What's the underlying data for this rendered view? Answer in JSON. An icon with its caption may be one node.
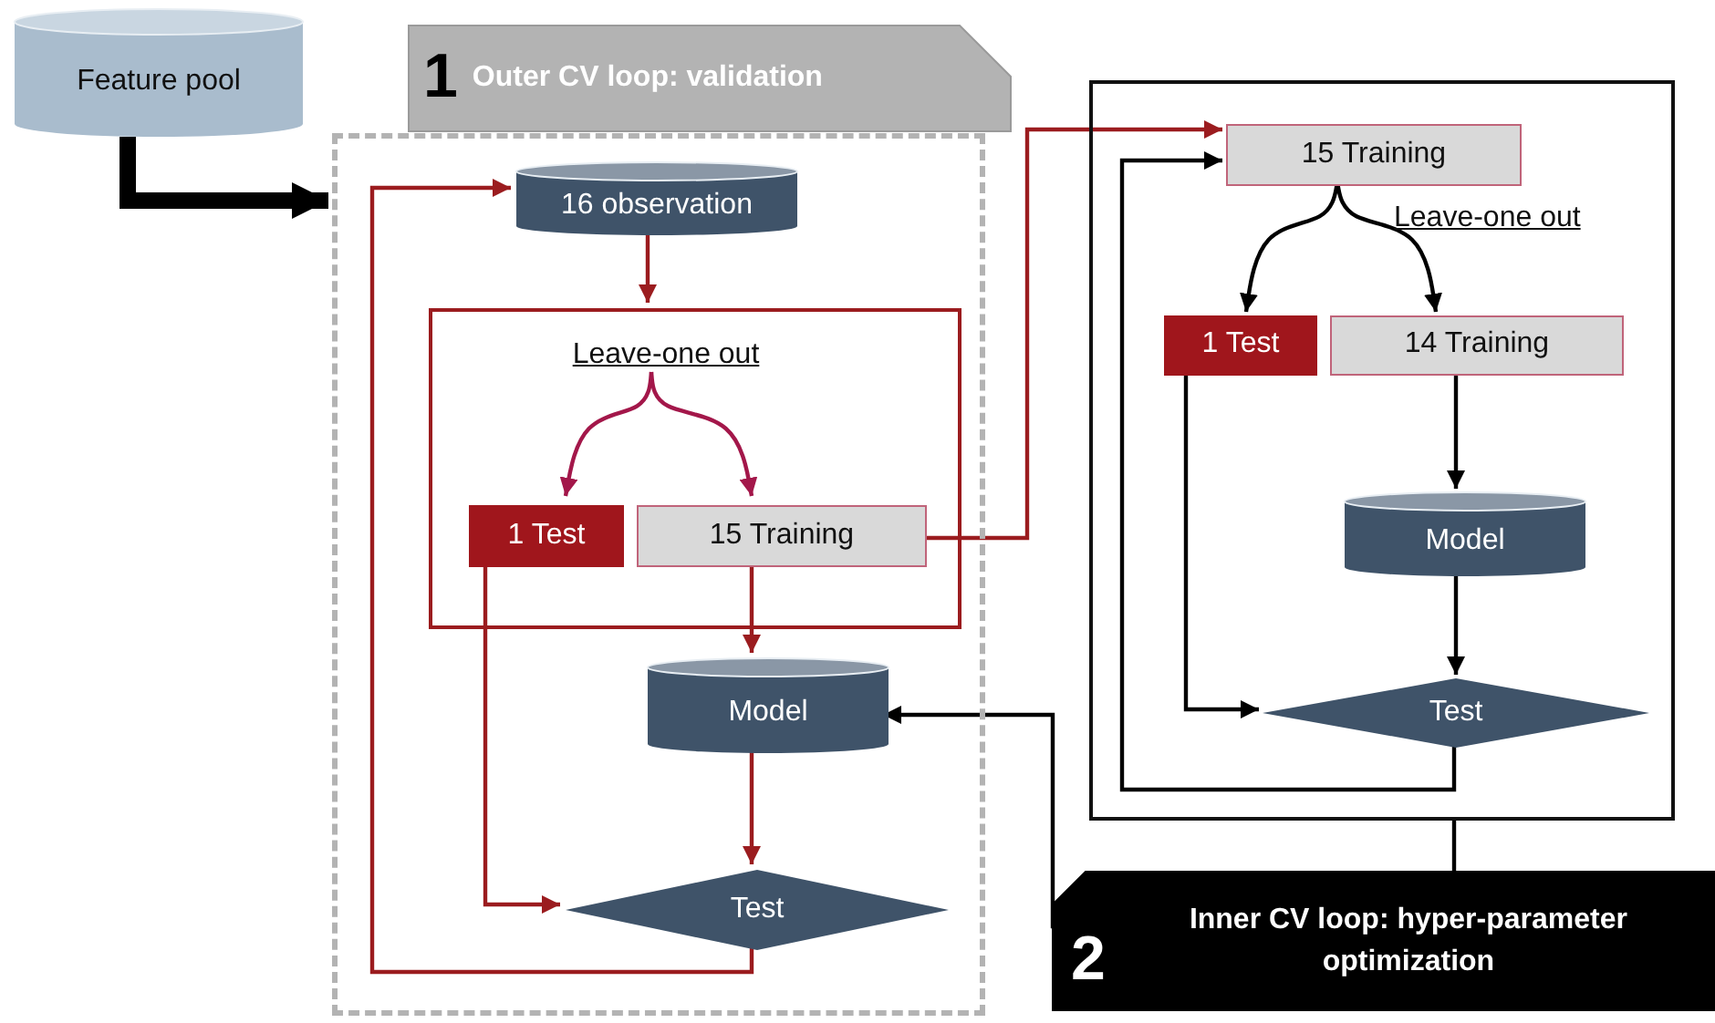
{
  "diagram": {
    "nodes": [
      {
        "text": [
          "Feature pool"
        ]
      },
      {
        "text": [
          "1",
          "Outer CV loop: validation"
        ]
      },
      {
        "text": [],
        "shape": "box"
      },
      {
        "text": [
          "16 observation"
        ],
        "in": 2
      },
      {
        "text": [],
        "shape": "box",
        "in": 2
      },
      {
        "text": [
          "Leave-one out"
        ],
        "in": 4
      },
      {
        "text": [
          "1 Test"
        ],
        "in": 4
      },
      {
        "text": [
          "15 Training"
        ],
        "in": 4
      },
      {
        "text": [
          "Model"
        ],
        "in": 2
      },
      {
        "text": [
          "Test"
        ],
        "in": 2
      },
      {
        "text": [],
        "shape": "box"
      },
      {
        "text": [
          "15 Training"
        ],
        "in": 10
      },
      {
        "text": [
          "1 Test"
        ],
        "in": 10
      },
      {
        "text": [
          "14 Training"
        ],
        "in": 10
      },
      {
        "text": [
          "Model"
        ],
        "in": 10
      },
      {
        "text": [
          "Test"
        ],
        "in": 10
      },
      {
        "text": [
          "2",
          "Inner CV loop: hyper-parameter optimization"
        ]
      }
    ],
    "edges": [
      {
        "from": 0,
        "to": 2,
        "arrow": "to",
        "style": "thick"
      },
      {
        "from": 3,
        "to": 4,
        "arrow": "to",
        "color": "#9b1c1f"
      },
      {
        "from": 5,
        "to": 6,
        "arrow": "to",
        "color": "#a3174a"
      },
      {
        "from": 5,
        "to": 7,
        "arrow": "to",
        "color": "#a3174a"
      },
      {
        "from": 7,
        "to": 8,
        "arrow": "to",
        "color": "#9b1c1f"
      },
      {
        "from": 8,
        "to": 9,
        "arrow": "to",
        "color": "#9b1c1f"
      },
      {
        "from": 6,
        "to": 9,
        "arrow": "to",
        "color": "#9b1c1f"
      },
      {
        "from": 9,
        "to": 3,
        "arrow": "to",
        "color": "#9b1c1f"
      },
      {
        "from": 7,
        "to": 11,
        "arrow": "to",
        "color": "#9b1c1f"
      },
      {
        "from": 11,
        "to": 12,
        "arrow": "to"
      },
      {
        "from": 11,
        "to": 13,
        "arrow": "to"
      },
      {
        "from": 13,
        "to": 14,
        "arrow": "to"
      },
      {
        "from": 14,
        "to": 15,
        "arrow": "to"
      },
      {
        "from": 12,
        "to": 15,
        "arrow": "to"
      },
      {
        "from": 15,
        "to": 11,
        "arrow": "to"
      },
      {
        "from": 10,
        "to": 16,
        "arrow": "none"
      },
      {
        "from": 16,
        "to": 8,
        "arrow": "to"
      }
    ],
    "labels": [
      "Leave-one out"
    ]
  }
}
